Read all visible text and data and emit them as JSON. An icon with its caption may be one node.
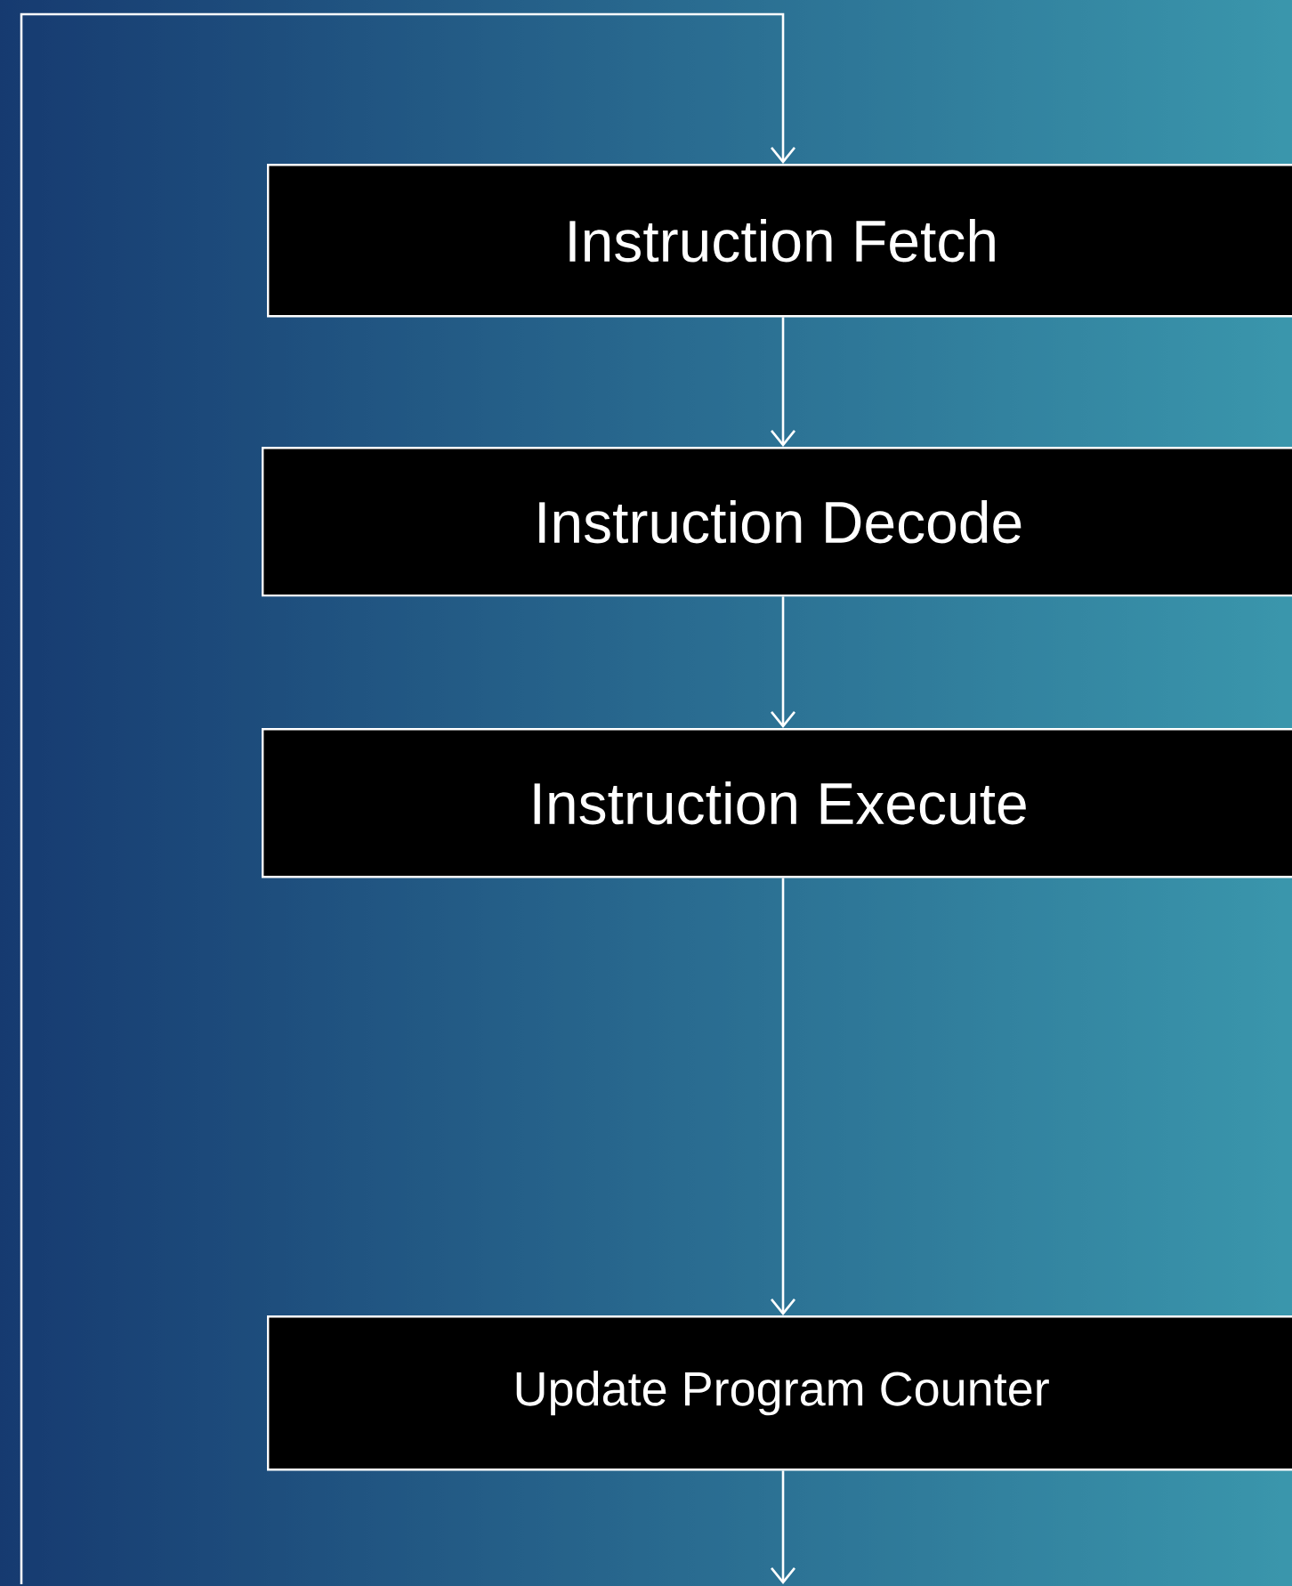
{
  "diagram": {
    "nodes": [
      {
        "text": [
          "Instruction Fetch"
        ]
      },
      {
        "text": [
          "Instruction Decode"
        ]
      },
      {
        "text": [
          "Instruction Execute"
        ]
      },
      {
        "text": [
          "Update Program Counter"
        ]
      }
    ],
    "edges": [
      {
        "from": 0,
        "to": 1,
        "arrow": "to"
      },
      {
        "from": 1,
        "to": 2,
        "arrow": "to"
      },
      {
        "from": 2,
        "to": 3,
        "arrow": "to"
      },
      {
        "from": 3,
        "to": null,
        "arrow": "to"
      },
      {
        "from": null,
        "to": 0,
        "arrow": "to"
      }
    ]
  }
}
